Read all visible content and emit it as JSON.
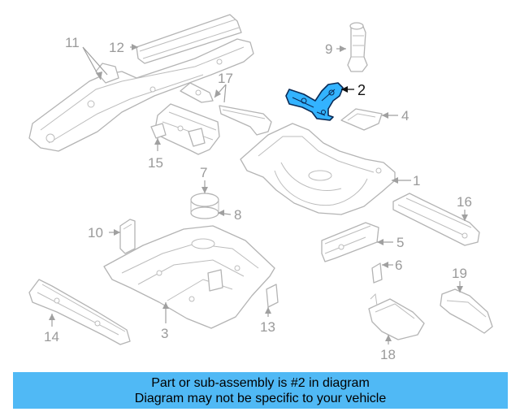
{
  "diagram": {
    "highlighted_part": "2",
    "callouts": {
      "c1": "1",
      "c2": "2",
      "c3": "3",
      "c4": "4",
      "c5": "5",
      "c6": "6",
      "c7": "7",
      "c8": "8",
      "c9": "9",
      "c10": "10",
      "c11": "11",
      "c12": "12",
      "c13": "13",
      "c14": "14",
      "c15": "15",
      "c16": "16",
      "c17": "17",
      "c18": "18",
      "c19": "19"
    },
    "colors": {
      "highlight_fill": "#33b3ff",
      "highlight_outline": "#0a2a55",
      "line_art": "#b4b4b4",
      "callout_text": "#9a9a9a"
    }
  },
  "caption": {
    "line1": "Part or sub-assembly is #2 in diagram",
    "line2": "Diagram may not be specific to your vehicle",
    "background": "#50b9f5"
  }
}
